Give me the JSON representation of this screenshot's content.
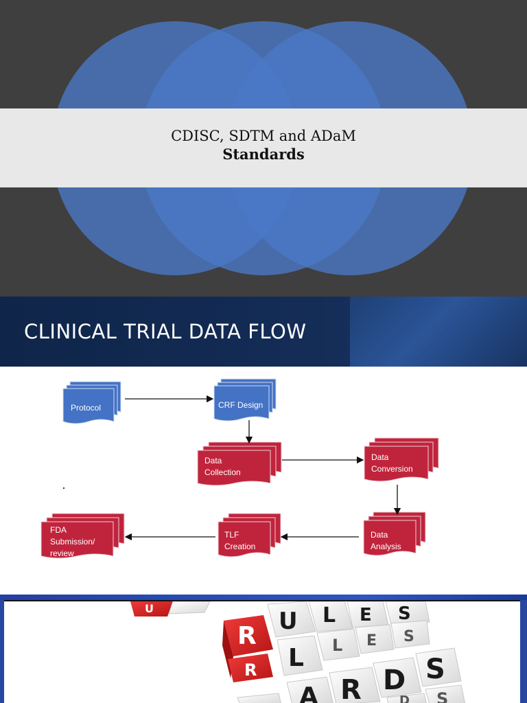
{
  "slide1": {
    "title_line1": "CDISC, SDTM and ADaM",
    "title_line2": "Standards",
    "colors": {
      "background": "#3f3f3f",
      "circle": "#4a78c8",
      "band": "#e8e8e8"
    }
  },
  "slide2": {
    "title": "CLINICAL TRIAL DATA FLOW",
    "nodes": {
      "protocol": [
        "Protocol"
      ],
      "crf_design": [
        "CRF Design"
      ],
      "data_collection": [
        "Data",
        "Collection"
      ],
      "data_conversion": [
        "Data",
        "Conversion"
      ],
      "data_analysis": [
        "Data",
        "Analysis"
      ],
      "tlf_creation": [
        "TLF",
        "Creation"
      ],
      "fda_submission": [
        "FDA",
        "Submission/",
        "review"
      ]
    },
    "colors": {
      "blue_node": "#4472c4",
      "red_node": "#c0243c",
      "header": "#142d57"
    }
  },
  "slide3": {
    "cubes": [
      "U",
      "R",
      "U",
      "L",
      "E",
      "S",
      "R",
      "L",
      "L",
      "E",
      "S",
      "A",
      "R",
      "D",
      "S",
      "D",
      "S"
    ],
    "colors": {
      "frame": "#2747a1",
      "red_cube": "#d62828",
      "white_cube": "#f4f4f4"
    }
  }
}
